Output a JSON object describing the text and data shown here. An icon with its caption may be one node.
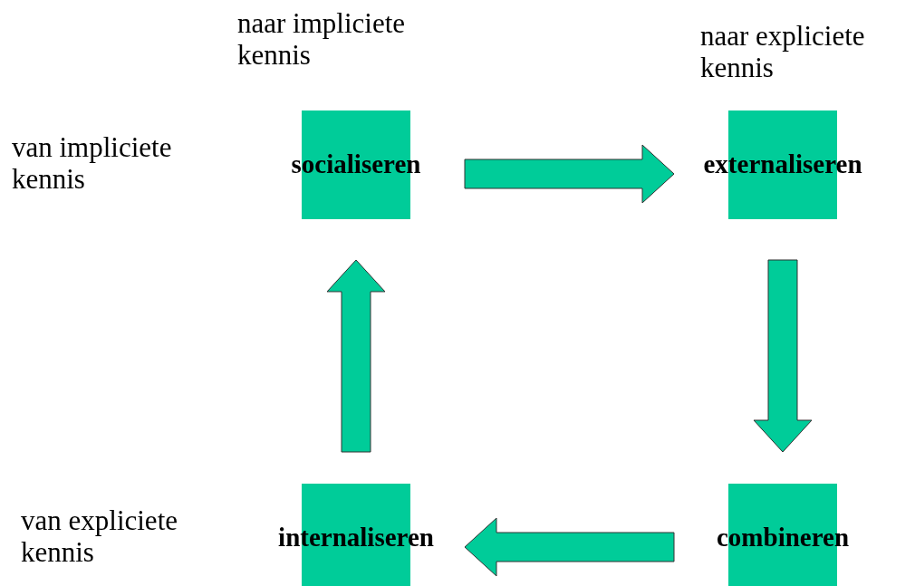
{
  "diagram": {
    "nodes": [
      {
        "text": [
          "socialiseren"
        ]
      },
      {
        "text": [
          "externaliseren"
        ]
      },
      {
        "text": [
          "internaliseren"
        ]
      },
      {
        "text": [
          "combineren"
        ]
      }
    ],
    "edges": [
      {
        "from": 0,
        "to": 1,
        "arrow": "to"
      },
      {
        "from": 1,
        "to": 3,
        "arrow": "to"
      },
      {
        "from": 3,
        "to": 2,
        "arrow": "to"
      },
      {
        "from": 2,
        "to": 0,
        "arrow": "to"
      }
    ],
    "labels": [
      "naar impliciete kennis",
      "naar expliciete kennis",
      "van impliciete kennis",
      "van expliciete kennis"
    ]
  }
}
